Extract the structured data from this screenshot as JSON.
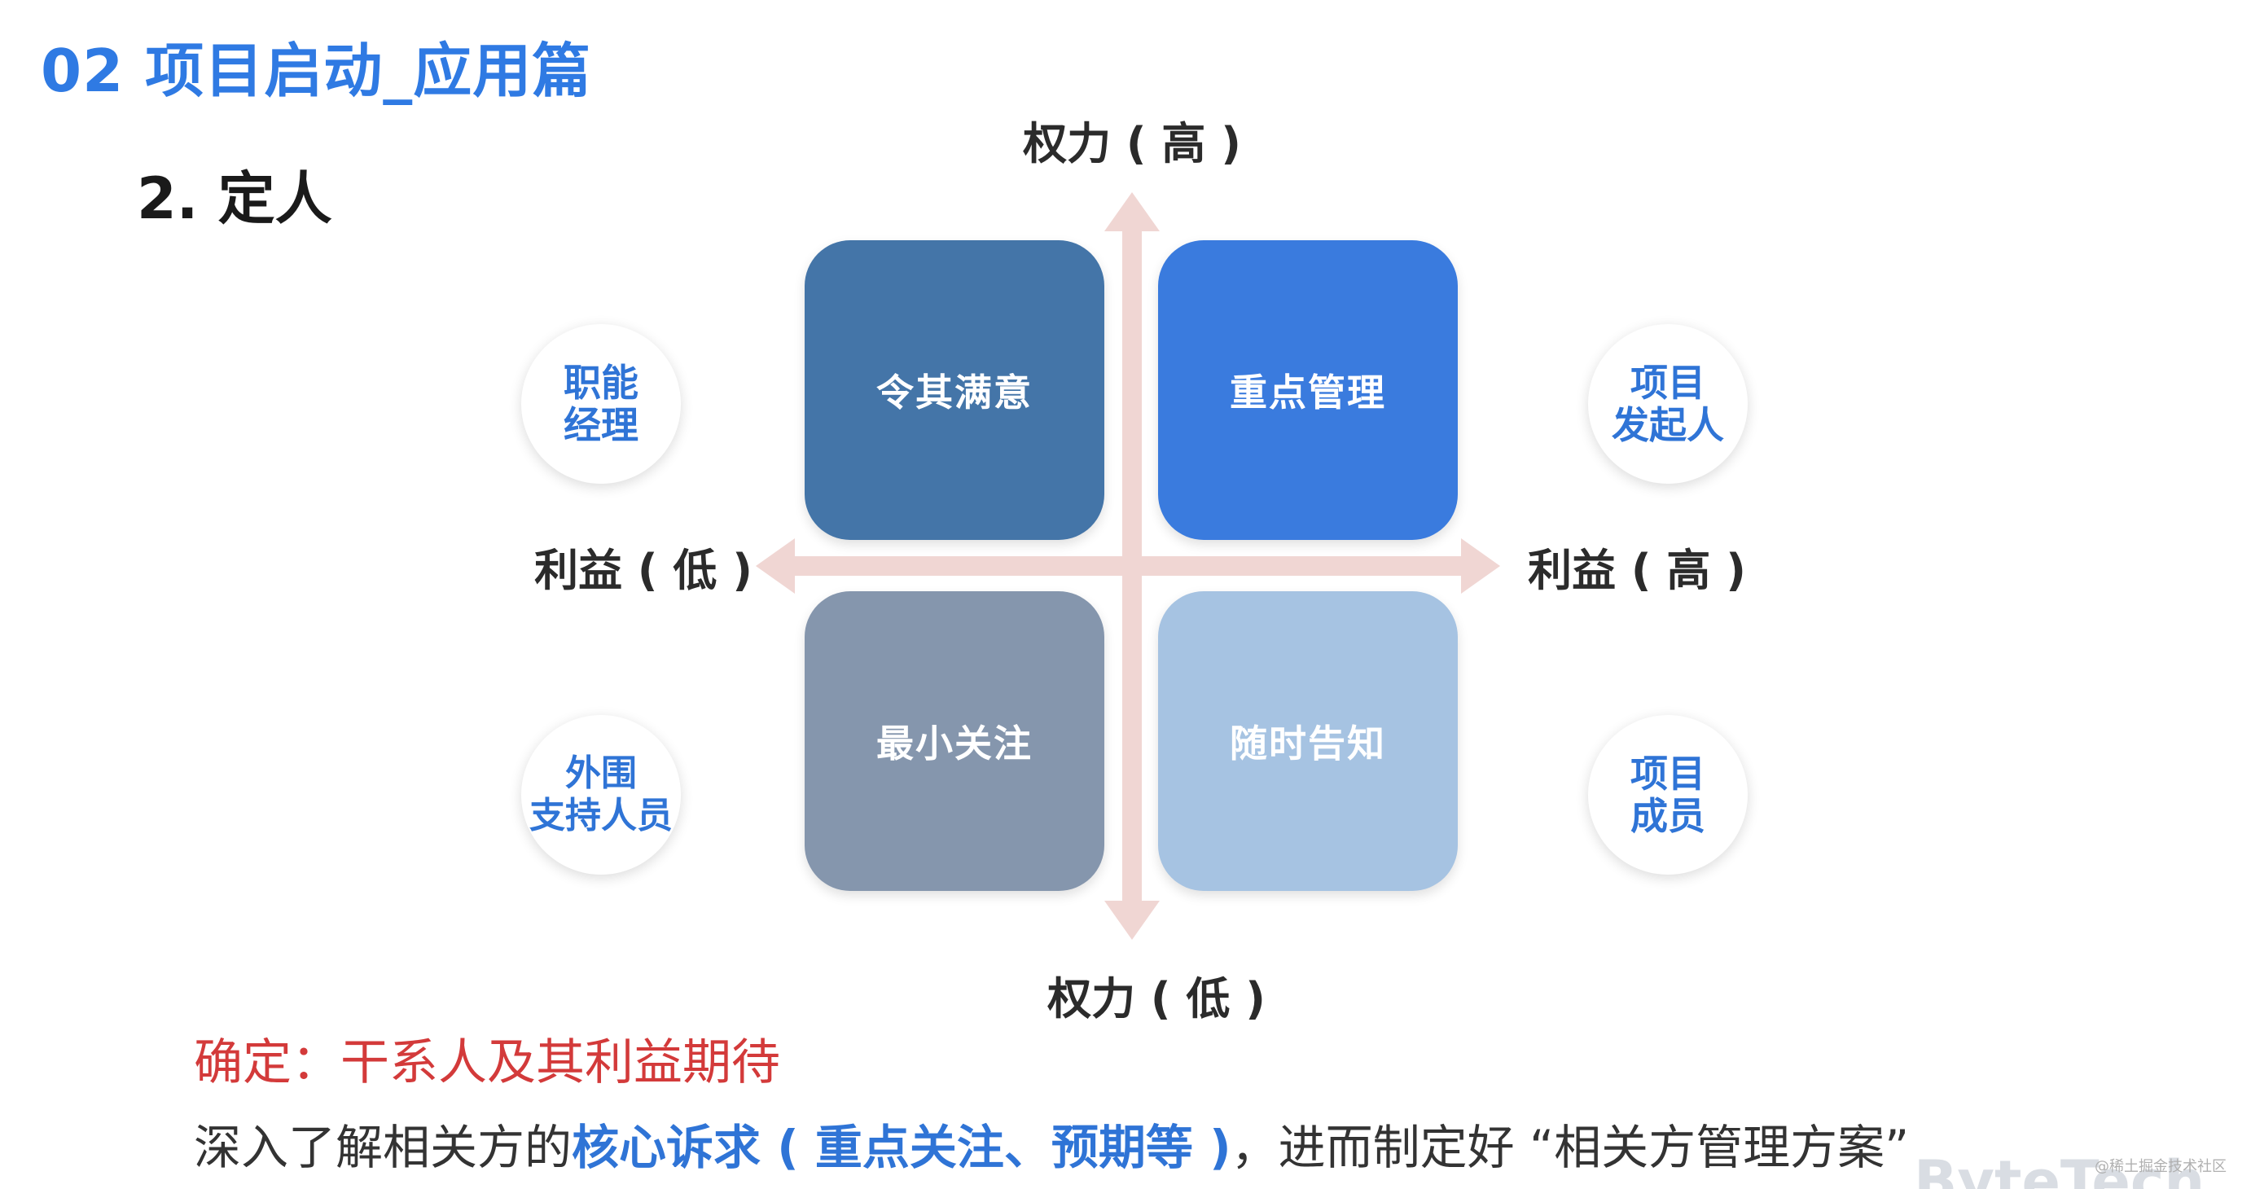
{
  "header": {
    "section_title": "02 项目启动_应用篇",
    "sub_title": "2. 定人"
  },
  "matrix": {
    "axis_top": "权力 ( 高 )",
    "axis_bottom": "权力 ( 低 )",
    "axis_left": "利益 ( 低 )",
    "axis_right": "利益 ( 高 )",
    "quadrants": {
      "top_left": "令其满意",
      "top_right": "重点管理",
      "bottom_left": "最小关注",
      "bottom_right": "随时告知"
    },
    "roles": {
      "top_left": "职能\n经理",
      "top_right": "项目\n发起人",
      "bottom_left": "外围\n支持人员",
      "bottom_right": "项目\n成员"
    },
    "colors": {
      "top_left": "#4475a8",
      "top_right": "#3a7bde",
      "bottom_left": "#8596ad",
      "bottom_right": "#a6c3e2",
      "axis": "#f0d6d3"
    }
  },
  "notes": {
    "red_line": "确定：干系人及其利益期待",
    "desc_prefix": "深入了解相关方的",
    "desc_highlight": "核心诉求 ( 重点关注、预期等 )",
    "desc_suffix": "，进而制定好 “相关方管理方案”"
  },
  "watermark": "@稀土掘金技术社区",
  "brand": "ByteTech"
}
